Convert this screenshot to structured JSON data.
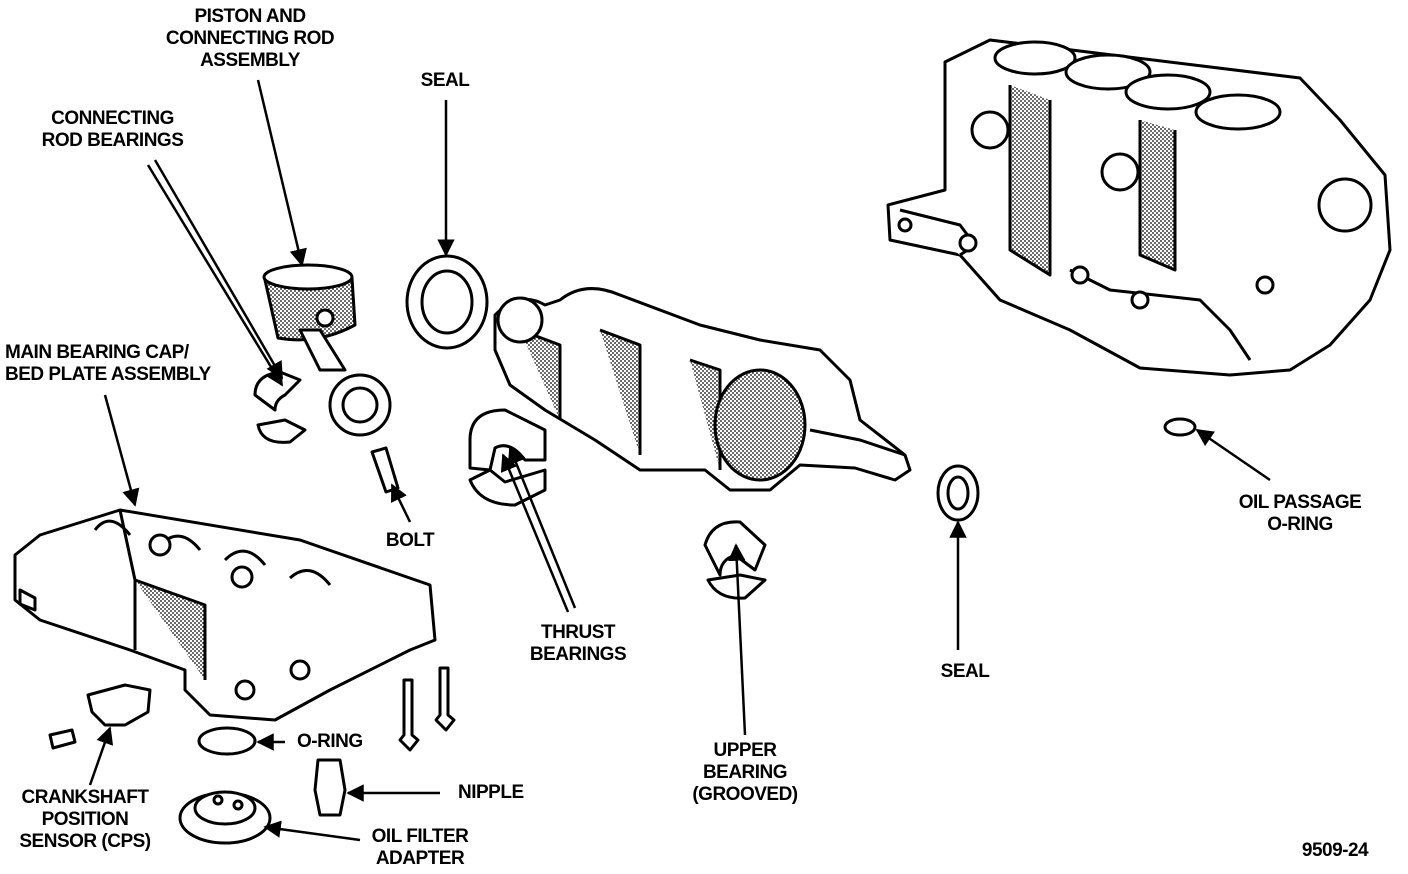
{
  "diagram": {
    "labels": {
      "piston_assembly": [
        "PISTON AND",
        "CONNECTING ROD",
        "ASSEMBLY"
      ],
      "connecting_rod_bearings": [
        "CONNECTING",
        "ROD BEARINGS"
      ],
      "seal_top": [
        "SEAL"
      ],
      "main_bearing_cap": [
        "MAIN BEARING CAP/",
        "BED PLATE ASSEMBLY"
      ],
      "bolt": [
        "BOLT"
      ],
      "thrust_bearings": [
        "THRUST",
        "BEARINGS"
      ],
      "o_ring": [
        "O-RING"
      ],
      "nipple": [
        "NIPPLE"
      ],
      "crankshaft_position_sensor": [
        "CRANKSHAFT",
        "POSITION",
        "SENSOR (CPS)"
      ],
      "oil_filter_adapter": [
        "OIL FILTER",
        "ADAPTER"
      ],
      "upper_bearing": [
        "UPPER",
        "BEARING",
        "(GROOVED)"
      ],
      "seal_right": [
        "SEAL"
      ],
      "oil_passage_o_ring": [
        "OIL PASSAGE",
        "O-RING"
      ]
    },
    "figure_number": "9509-24"
  }
}
